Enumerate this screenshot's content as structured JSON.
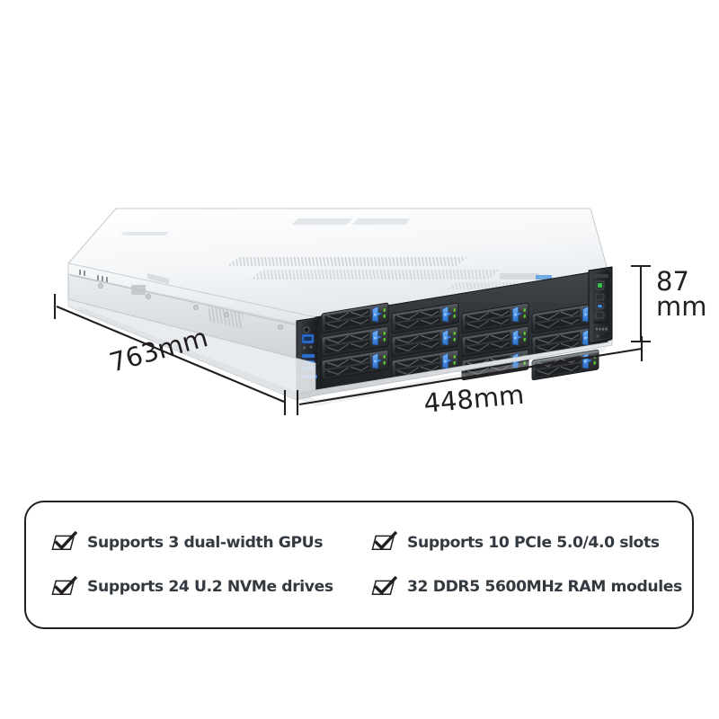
{
  "product": {
    "name": "2U rack server",
    "front_bays": {
      "columns": 4,
      "rows": 3,
      "total": 12,
      "handle_color": "#4a90e8",
      "led_color": "#5dd62c"
    },
    "left_ear": {
      "vga_label": "vga-port",
      "usb_label": "usb-ports",
      "accent_color": "#2f6fd0"
    },
    "right_ear": {
      "power_led_color": "#33c24d"
    },
    "chassis_top_color": "#f2f4f6",
    "chassis_side_color": "#d9dcdf",
    "bezel_color": "#2b2f33"
  },
  "dimensions": {
    "depth": "763mm",
    "width": "448mm",
    "height_value": "87",
    "height_unit": "mm",
    "line_color": "#231f20"
  },
  "features": {
    "items": [
      {
        "icon": "check-box-icon",
        "label": "Supports 3 dual-width GPUs"
      },
      {
        "icon": "check-box-icon",
        "label": "Supports 10 PCIe 5.0/4.0 slots"
      },
      {
        "icon": "check-box-icon",
        "label": "Supports 24 U.2 NVMe drives"
      },
      {
        "icon": "check-box-icon",
        "label": "32 DDR5 5600MHz RAM modules"
      }
    ],
    "border_color": "#231f20",
    "text_color": "#333940"
  }
}
